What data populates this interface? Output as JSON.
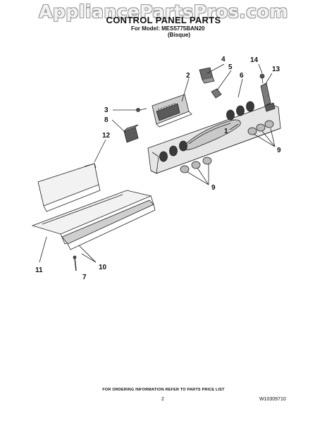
{
  "watermark": "AppliancePartsPros.com",
  "header": {
    "title": "CONTROL PANEL PARTS",
    "model_line": "For Model: MES5775BAN20",
    "color_line": "(Bisque)"
  },
  "callouts": {
    "c1": "1",
    "c2": "2",
    "c3": "3",
    "c4": "4",
    "c5": "5",
    "c6": "6",
    "c7": "7",
    "c8": "8",
    "c9a": "9",
    "c9b": "9",
    "c10": "10",
    "c11": "11",
    "c12": "12",
    "c13": "13",
    "c14": "14"
  },
  "footer": {
    "note": "FOR ORDERING INFORMATION REFER TO PARTS PRICE LIST",
    "page": "2",
    "doc_number": "W10309710"
  },
  "colors": {
    "line": "#222222",
    "panel_fill": "#dcdcdc",
    "dark_part": "#4a4a4a"
  }
}
